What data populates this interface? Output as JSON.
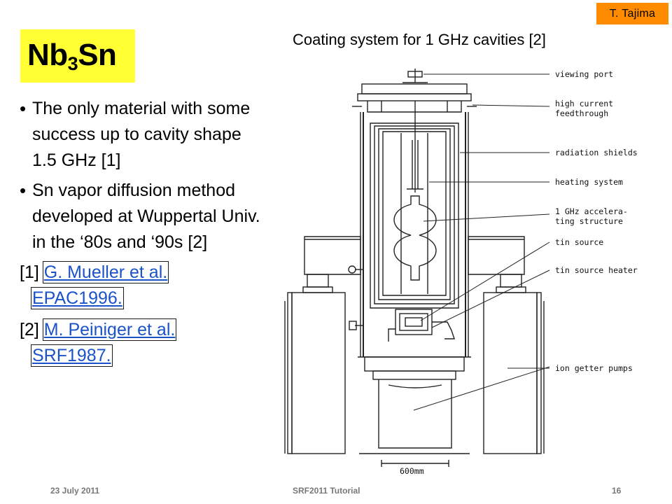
{
  "corner_tag": "T. Tajima",
  "title": {
    "main": "Nb",
    "subscript": "3",
    "rest": "Sn"
  },
  "bullets": [
    "The only material with some success up to cavity shape 1.5 GHz [1]",
    "Sn vapor diffusion method developed at Wuppertal Univ. in the ‘80s and ‘90s [2]"
  ],
  "references": [
    {
      "num": "[1]",
      "link_line1": "G. Mueller et al.",
      "link_line2": "EPAC1996."
    },
    {
      "num": "[2]",
      "link_line1": "M. Peiniger et al.",
      "link_line2": "SRF1987."
    }
  ],
  "figure": {
    "title": "Coating system for 1 GHz cavities [2]",
    "labels": [
      "viewing port",
      "high current",
      "feedthrough",
      "radiation shields",
      "heating system",
      "1 GHz accelera-",
      "ting structure",
      "tin source",
      "tin source heater",
      "ion getter pumps"
    ],
    "scale": "600mm"
  },
  "footer": {
    "date": "23 July 2011",
    "event": "SRF2011 Tutorial",
    "page": "16"
  }
}
